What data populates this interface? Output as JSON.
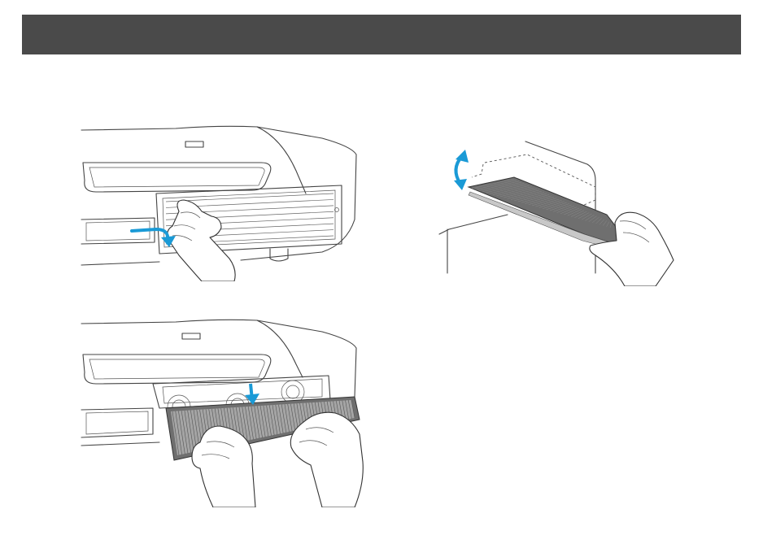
{
  "header": {
    "title": ""
  },
  "colors": {
    "header_bar": "#4a4a4a",
    "arrow": "#1a9ad6",
    "filter_mesh": "#7a7a7a"
  },
  "figures": [
    {
      "id": "open-air-filter-cover",
      "icon": "projector-filter-cover-illustration"
    },
    {
      "id": "remove-air-filter",
      "icon": "projector-remove-filter-illustration"
    },
    {
      "id": "tap-air-filter",
      "icon": "air-filter-tap-illustration"
    }
  ]
}
